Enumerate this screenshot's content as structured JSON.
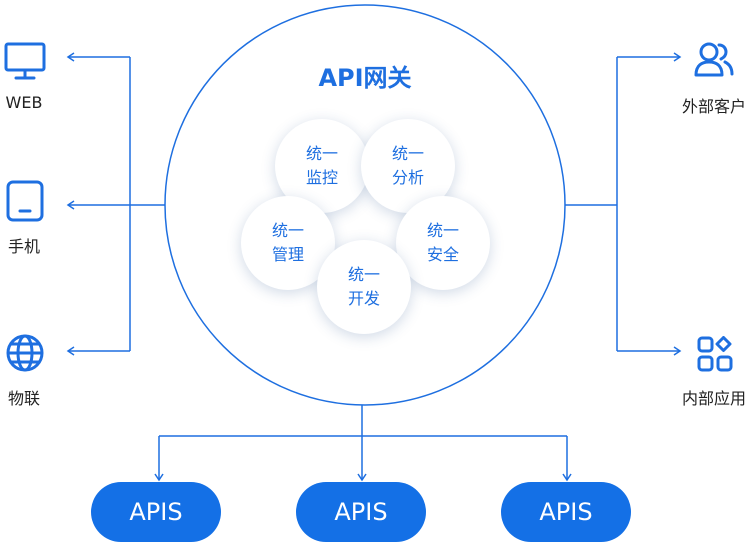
{
  "gateway": {
    "title": "API网关",
    "modules": [
      {
        "line1": "统一",
        "line2": "监控"
      },
      {
        "line1": "统一",
        "line2": "分析"
      },
      {
        "line1": "统一",
        "line2": "管理"
      },
      {
        "line1": "统一",
        "line2": "安全"
      },
      {
        "line1": "统一",
        "line2": "开发"
      }
    ]
  },
  "clients_left": [
    {
      "label": "WEB",
      "icon": "monitor-icon"
    },
    {
      "label": "手机",
      "icon": "phone-icon"
    },
    {
      "label": "物联",
      "icon": "globe-icon"
    }
  ],
  "clients_right": [
    {
      "label": "外部客户",
      "icon": "users-icon"
    },
    {
      "label": "内部应用",
      "icon": "apps-icon"
    }
  ],
  "apis": [
    {
      "label": "APIS"
    },
    {
      "label": "APIS"
    },
    {
      "label": "APIS"
    }
  ],
  "colors": {
    "accent": "#1470E6",
    "stroke": "#1E6FE0",
    "text": "#222222"
  }
}
